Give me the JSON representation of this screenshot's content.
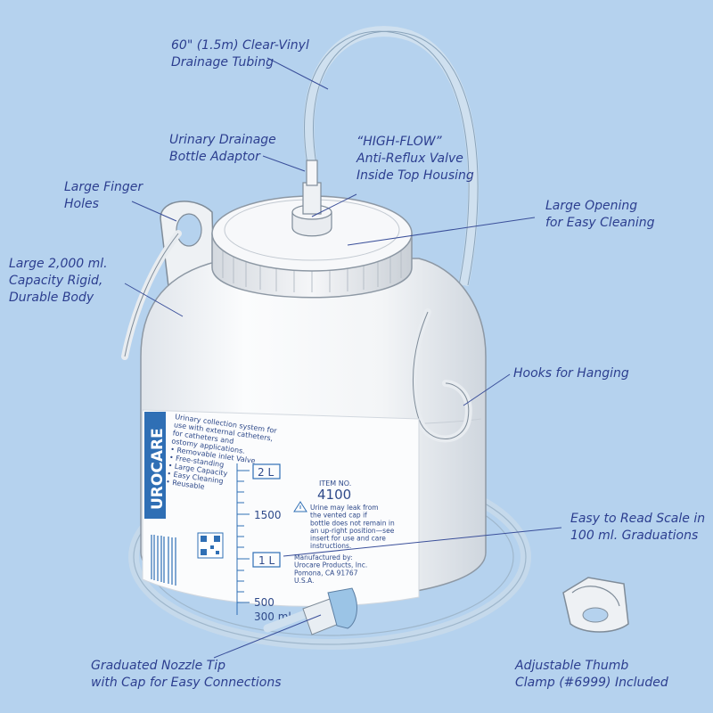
{
  "colors": {
    "background": "#b5d2ee",
    "callout_text": "#2c3e8f",
    "leader_line": "#3a4f9a",
    "bottle_body": "#f4f6f8",
    "label_blue": "#2f6fb5",
    "tube": "#cfe0ef"
  },
  "callouts": {
    "tubing": "60\" (1.5m) Clear-Vinyl\nDrainage Tubing",
    "adaptor": "Urinary Drainage\nBottle Adaptor",
    "valve": "“HIGH-FLOW”\nAnti-Reflux Valve\nInside Top Housing",
    "finger_holes": "Large Finger\nHoles",
    "opening": "Large Opening\nfor Easy Cleaning",
    "body": "Large 2,000 ml.\nCapacity Rigid,\nDurable Body",
    "hooks": "Hooks for Hanging",
    "scale": "Easy to Read Scale in\n100 ml. Graduations",
    "nozzle": "Graduated Nozzle Tip\nwith Cap for Easy Connections",
    "clamp": "Adjustable Thumb\nClamp (#6999) Included"
  },
  "bottle_label": {
    "brand": "UROCARE",
    "item_label": "ITEM NO.",
    "item_number": "4100",
    "scale_2l": "2 L",
    "scale_1500": "1500",
    "scale_1l": "1 L",
    "scale_500": "500",
    "scale_300": "300 ml",
    "warning": "Urine may leak from\nthe vented cap if\nbottle does not remain in\nan up-right position—see\ninsert for use and care\ninstructions.",
    "manufacturer": "Manufactured by:\nUrocare Products, Inc.\nPomona, CA 91767\nU.S.A.",
    "features": "Urinary collection system for\nuse with external catheters,\nfor catheters and\nostomy applications.\n• Removable inlet Valve\n• Free-standing\n• Large Capacity\n• Easy Cleaning\n• Reusable"
  }
}
